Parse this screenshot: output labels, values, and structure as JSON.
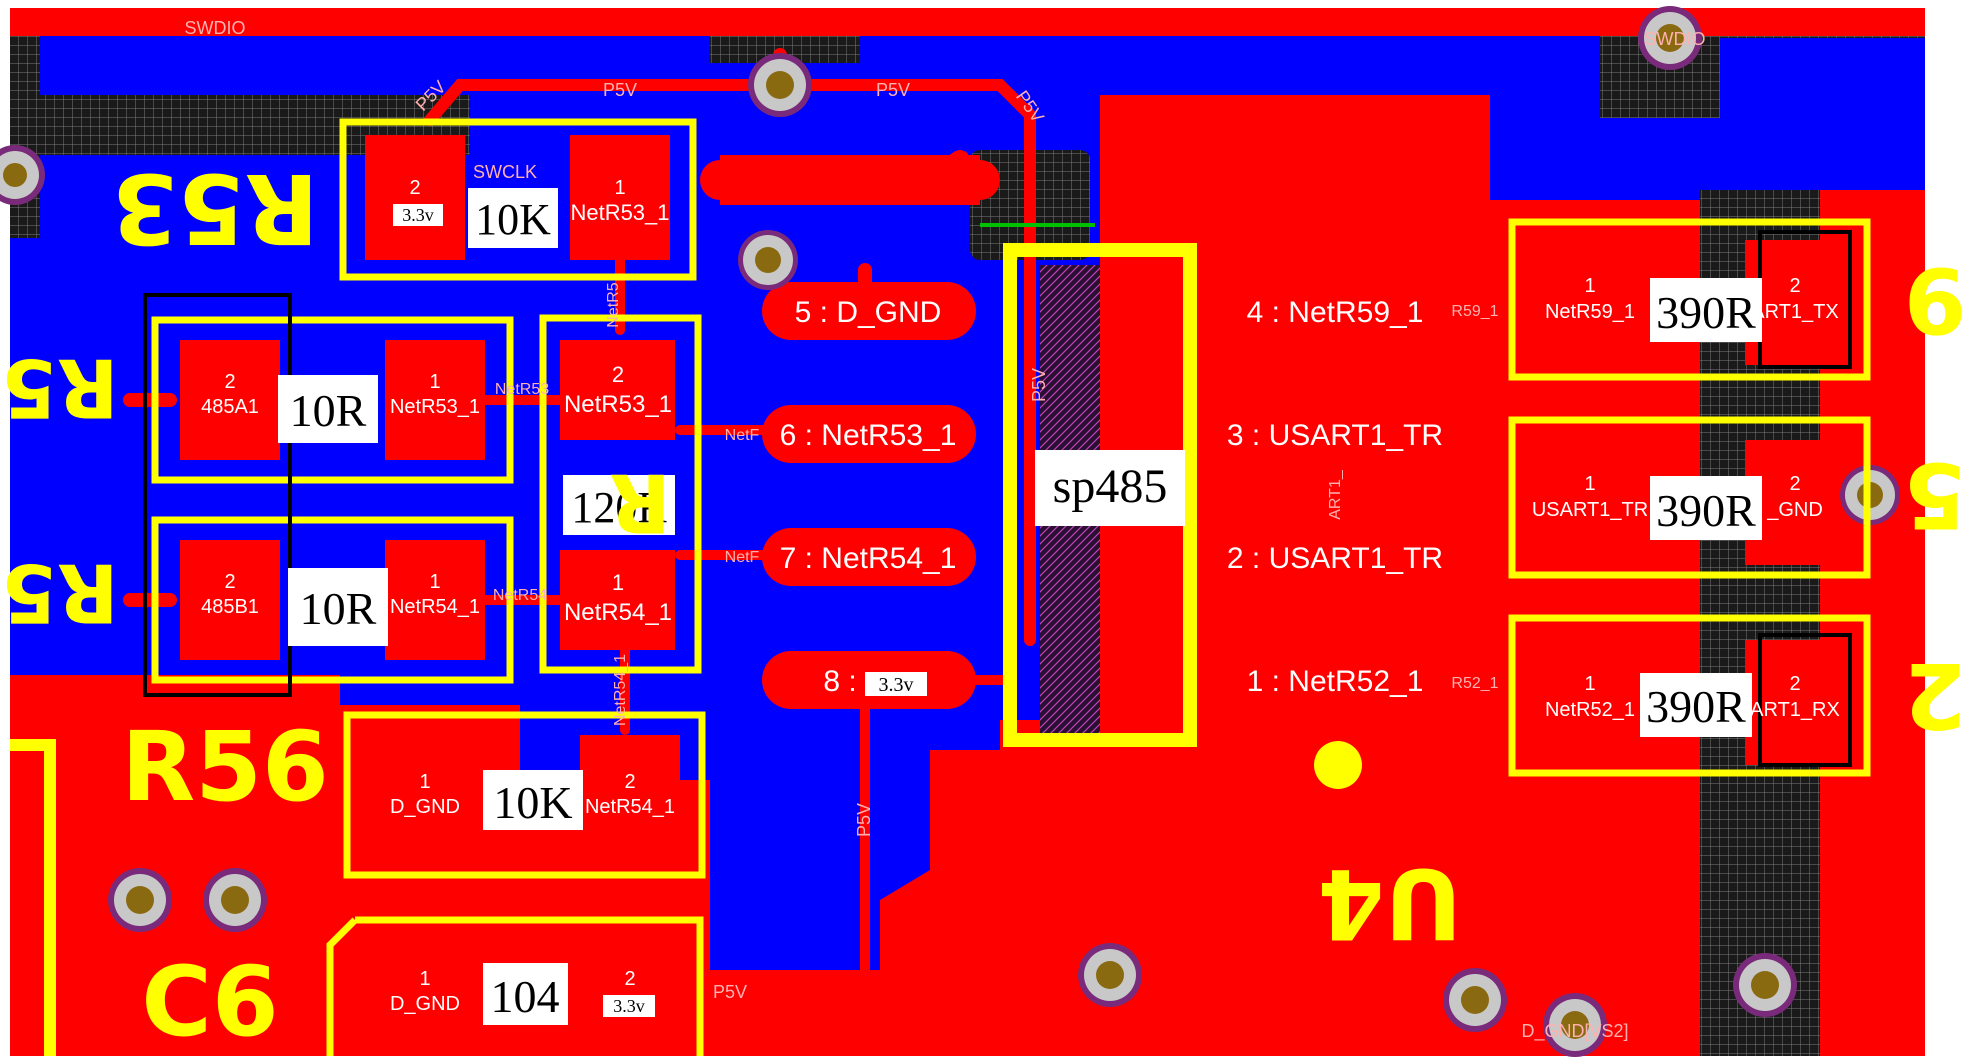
{
  "designators": {
    "r53": "R53",
    "r56": "R56",
    "c6": "C6",
    "u4": "U4",
    "r5_top": "R5",
    "r5_bottom": "R5",
    "right_digit_1": "9",
    "right_digit_2": "5",
    "right_digit_3": "2"
  },
  "nets": {
    "swdio_top": "SWDIO",
    "swdio_right": "SWDIO",
    "p5v_a": "P5V",
    "p5v_b": "P5V",
    "p5v_c": "P5V",
    "p5v_d": "P5V",
    "p5v_e": "P5V",
    "p5v_f": "P5V",
    "swclk": "SWCLK",
    "netr53_trace": "NetR53",
    "netr54_trace": "NetR54",
    "netr5_vert": "NetR5",
    "netr54_vert": "NetR54_1",
    "r59_trace": "R59_1",
    "r52_trace": "R52_1",
    "netf_1": "NetF",
    "netf_2": "NetF",
    "usart_vert": "ART1_",
    "d_gnd_bottom": "D_GND[VS2]"
  },
  "values": {
    "r53": "10K",
    "r55a": "10R",
    "r55b": "10R",
    "r54": "120R",
    "r56": "10K",
    "c6": "104",
    "u4": "sp485",
    "r59": "390R",
    "r60": "390R",
    "r52": "390R"
  },
  "pads": {
    "r53_p2": {
      "num": "2",
      "net": "3.3v"
    },
    "r53_p1": {
      "num": "1",
      "net": "NetR53_1"
    },
    "r55a_p2": {
      "num": "2",
      "net": "485A1"
    },
    "r55a_p1": {
      "num": "1",
      "net": "NetR53_1"
    },
    "r55b_p2": {
      "num": "2",
      "net": "485B1"
    },
    "r55b_p1": {
      "num": "1",
      "net": "NetR54_1"
    },
    "r54_p2": {
      "num": "2",
      "net": "NetR53_1"
    },
    "r54_p1": {
      "num": "1",
      "net": "NetR54_1"
    },
    "r56_p1": {
      "num": "1",
      "net": "D_GND"
    },
    "r56_p2": {
      "num": "2",
      "net": "NetR54_1"
    },
    "c6_p1": {
      "num": "1",
      "net": "D_GND"
    },
    "c6_p2": {
      "num": "2",
      "net": "3.3v"
    },
    "r59_p1": {
      "num": "1",
      "net": "NetR59_1"
    },
    "r59_p2": {
      "num": "2",
      "net": "ART1_TX"
    },
    "r60_p1": {
      "num": "1",
      "net": "USART1_TR"
    },
    "r60_p2": {
      "num": "2",
      "net": "_GND"
    },
    "r52_p1": {
      "num": "1",
      "net": "NetR52_1"
    },
    "r52_p2": {
      "num": "2",
      "net": "ART1_RX"
    }
  },
  "ic_pins": {
    "p5": "5 : D_GND",
    "p6": "6 : NetR53_1",
    "p7": "7 : NetR54_1",
    "p8": "8 : ",
    "p8_val": "3.3v",
    "p4": "4 : NetR59_1",
    "p3": "3 : USART1_TR",
    "p2": "2 : USART1_TR",
    "p1": "1 : NetR52_1"
  },
  "colors": {
    "copper_top": "#ff0000",
    "copper_bottom": "#0000ff",
    "silkscreen": "#ffff00",
    "background": "#1a1a1a"
  }
}
